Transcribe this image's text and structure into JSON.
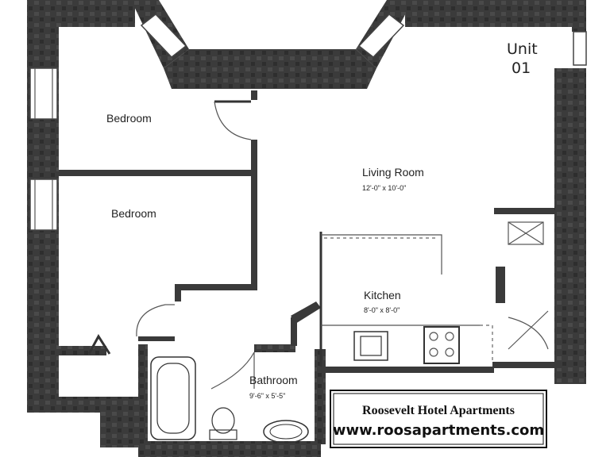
{
  "unit": {
    "line1": "Unit",
    "line2": "01"
  },
  "rooms": {
    "bedroom_top": "Bedroom",
    "bedroom_bottom": "Bedroom",
    "living": "Living Room",
    "living_dim": "12'-0\" x 10'-0\"",
    "kitchen": "Kitchen",
    "kitchen_dim": "8'-0\" x 8'-0\"",
    "bathroom": "Bathroom",
    "bathroom_dim": "9'-6\" x 5'-5\""
  },
  "branding": {
    "name": "Roosevelt Hotel Apartments",
    "url": "www.roosapartments.com"
  },
  "colors": {
    "wall": "#3a3a3a",
    "background": "#ffffff",
    "ink": "#222222"
  }
}
